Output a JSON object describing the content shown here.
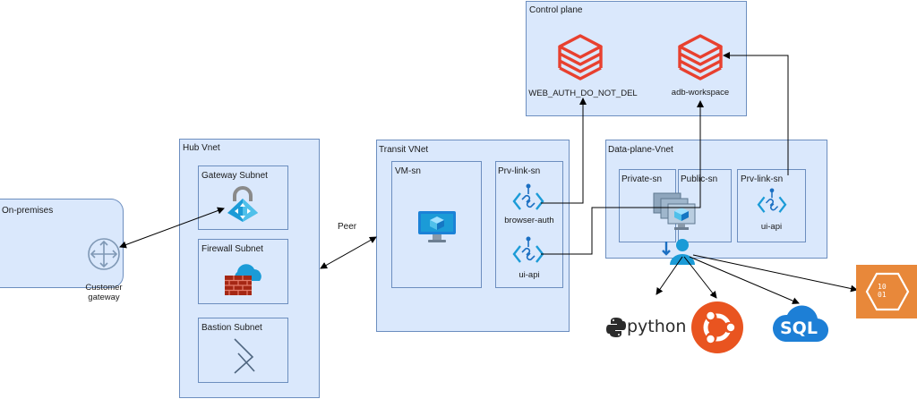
{
  "containers": {
    "control_plane": "Control plane",
    "hub_vnet": "Hub Vnet",
    "transit_vnet": "Transit VNet",
    "data_plane_vnet": "Data-plane-Vnet",
    "on_premises": "On-premises"
  },
  "subnets": {
    "gateway": "Gateway Subnet",
    "firewall": "Firewall Subnet",
    "bastion": "Bastion Subnet",
    "vm_sn": "VM-sn",
    "transit_prv_link_sn": "Prv-link-sn",
    "private_sn": "Private-sn",
    "public_sn": "Public-sn",
    "data_prv_link_sn": "Prv-link-sn"
  },
  "labels": {
    "web_auth": "WEB_AUTH_DO_NOT_DEL",
    "adb_workspace": "adb-workspace",
    "browser_auth": "browser-auth",
    "ui_api_transit": "ui-api",
    "ui_api_data": "ui-api",
    "peer": "Peer",
    "customer_gateway_line1": "Customer",
    "customer_gateway_line2": "gateway"
  },
  "logos": {
    "python": "python",
    "sql": "SQL",
    "blob": "10\n01"
  },
  "colors": {
    "container_fill": "#dae8fc",
    "container_border": "#6c8ebf",
    "databricks_red": "#e8402f",
    "azure_blue": "#1490df",
    "ubuntu_orange": "#e95420",
    "blob_orange": "#e8883a",
    "sql_blue": "#1d7fd6"
  }
}
